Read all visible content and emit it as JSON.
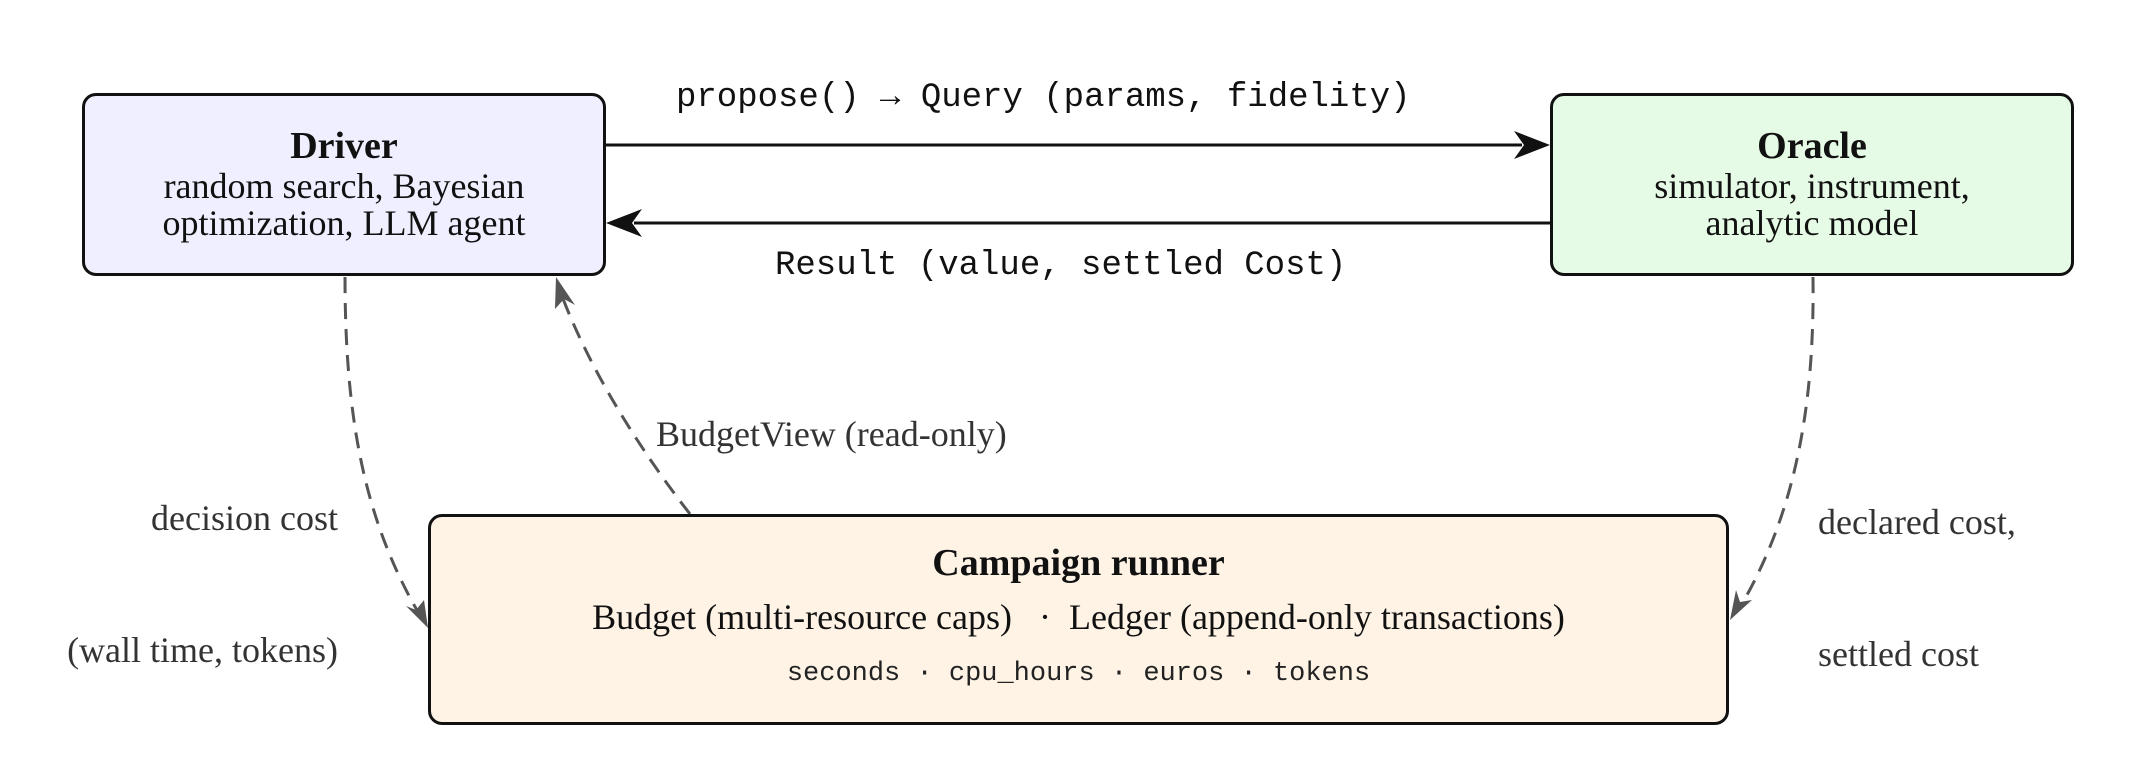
{
  "nodes": {
    "driver": {
      "title": "Driver",
      "body_line1": "random search, Bayesian",
      "body_line2": "optimization, LLM agent"
    },
    "oracle": {
      "title": "Oracle",
      "body_line1": "simulator, instrument,",
      "body_line2": "analytic model"
    },
    "runner": {
      "title": "Campaign runner",
      "budget": "Budget (multi-resource caps)",
      "separator": "·",
      "ledger": "Ledger (append-only transactions)",
      "units": [
        "seconds",
        "cpu_hours",
        "euros",
        "tokens"
      ],
      "unit_separator": "·"
    }
  },
  "edges": {
    "propose": {
      "label": "propose() → Query (params, fidelity)"
    },
    "result": {
      "label": "Result (value, settled Cost)"
    },
    "decision_cost": {
      "label_line1": "decision cost",
      "label_line2": "(wall time, tokens)"
    },
    "budget_view": {
      "label": "BudgetView (read-only)"
    },
    "declared_cost": {
      "label_line1": "declared cost,",
      "label_line2": "settled cost"
    }
  },
  "colors": {
    "driver_fill": "#efefff",
    "oracle_fill": "#e6fbe6",
    "runner_fill": "#fff3e6",
    "solid_arrow": "#111111",
    "dashed_arrow": "#555555"
  }
}
